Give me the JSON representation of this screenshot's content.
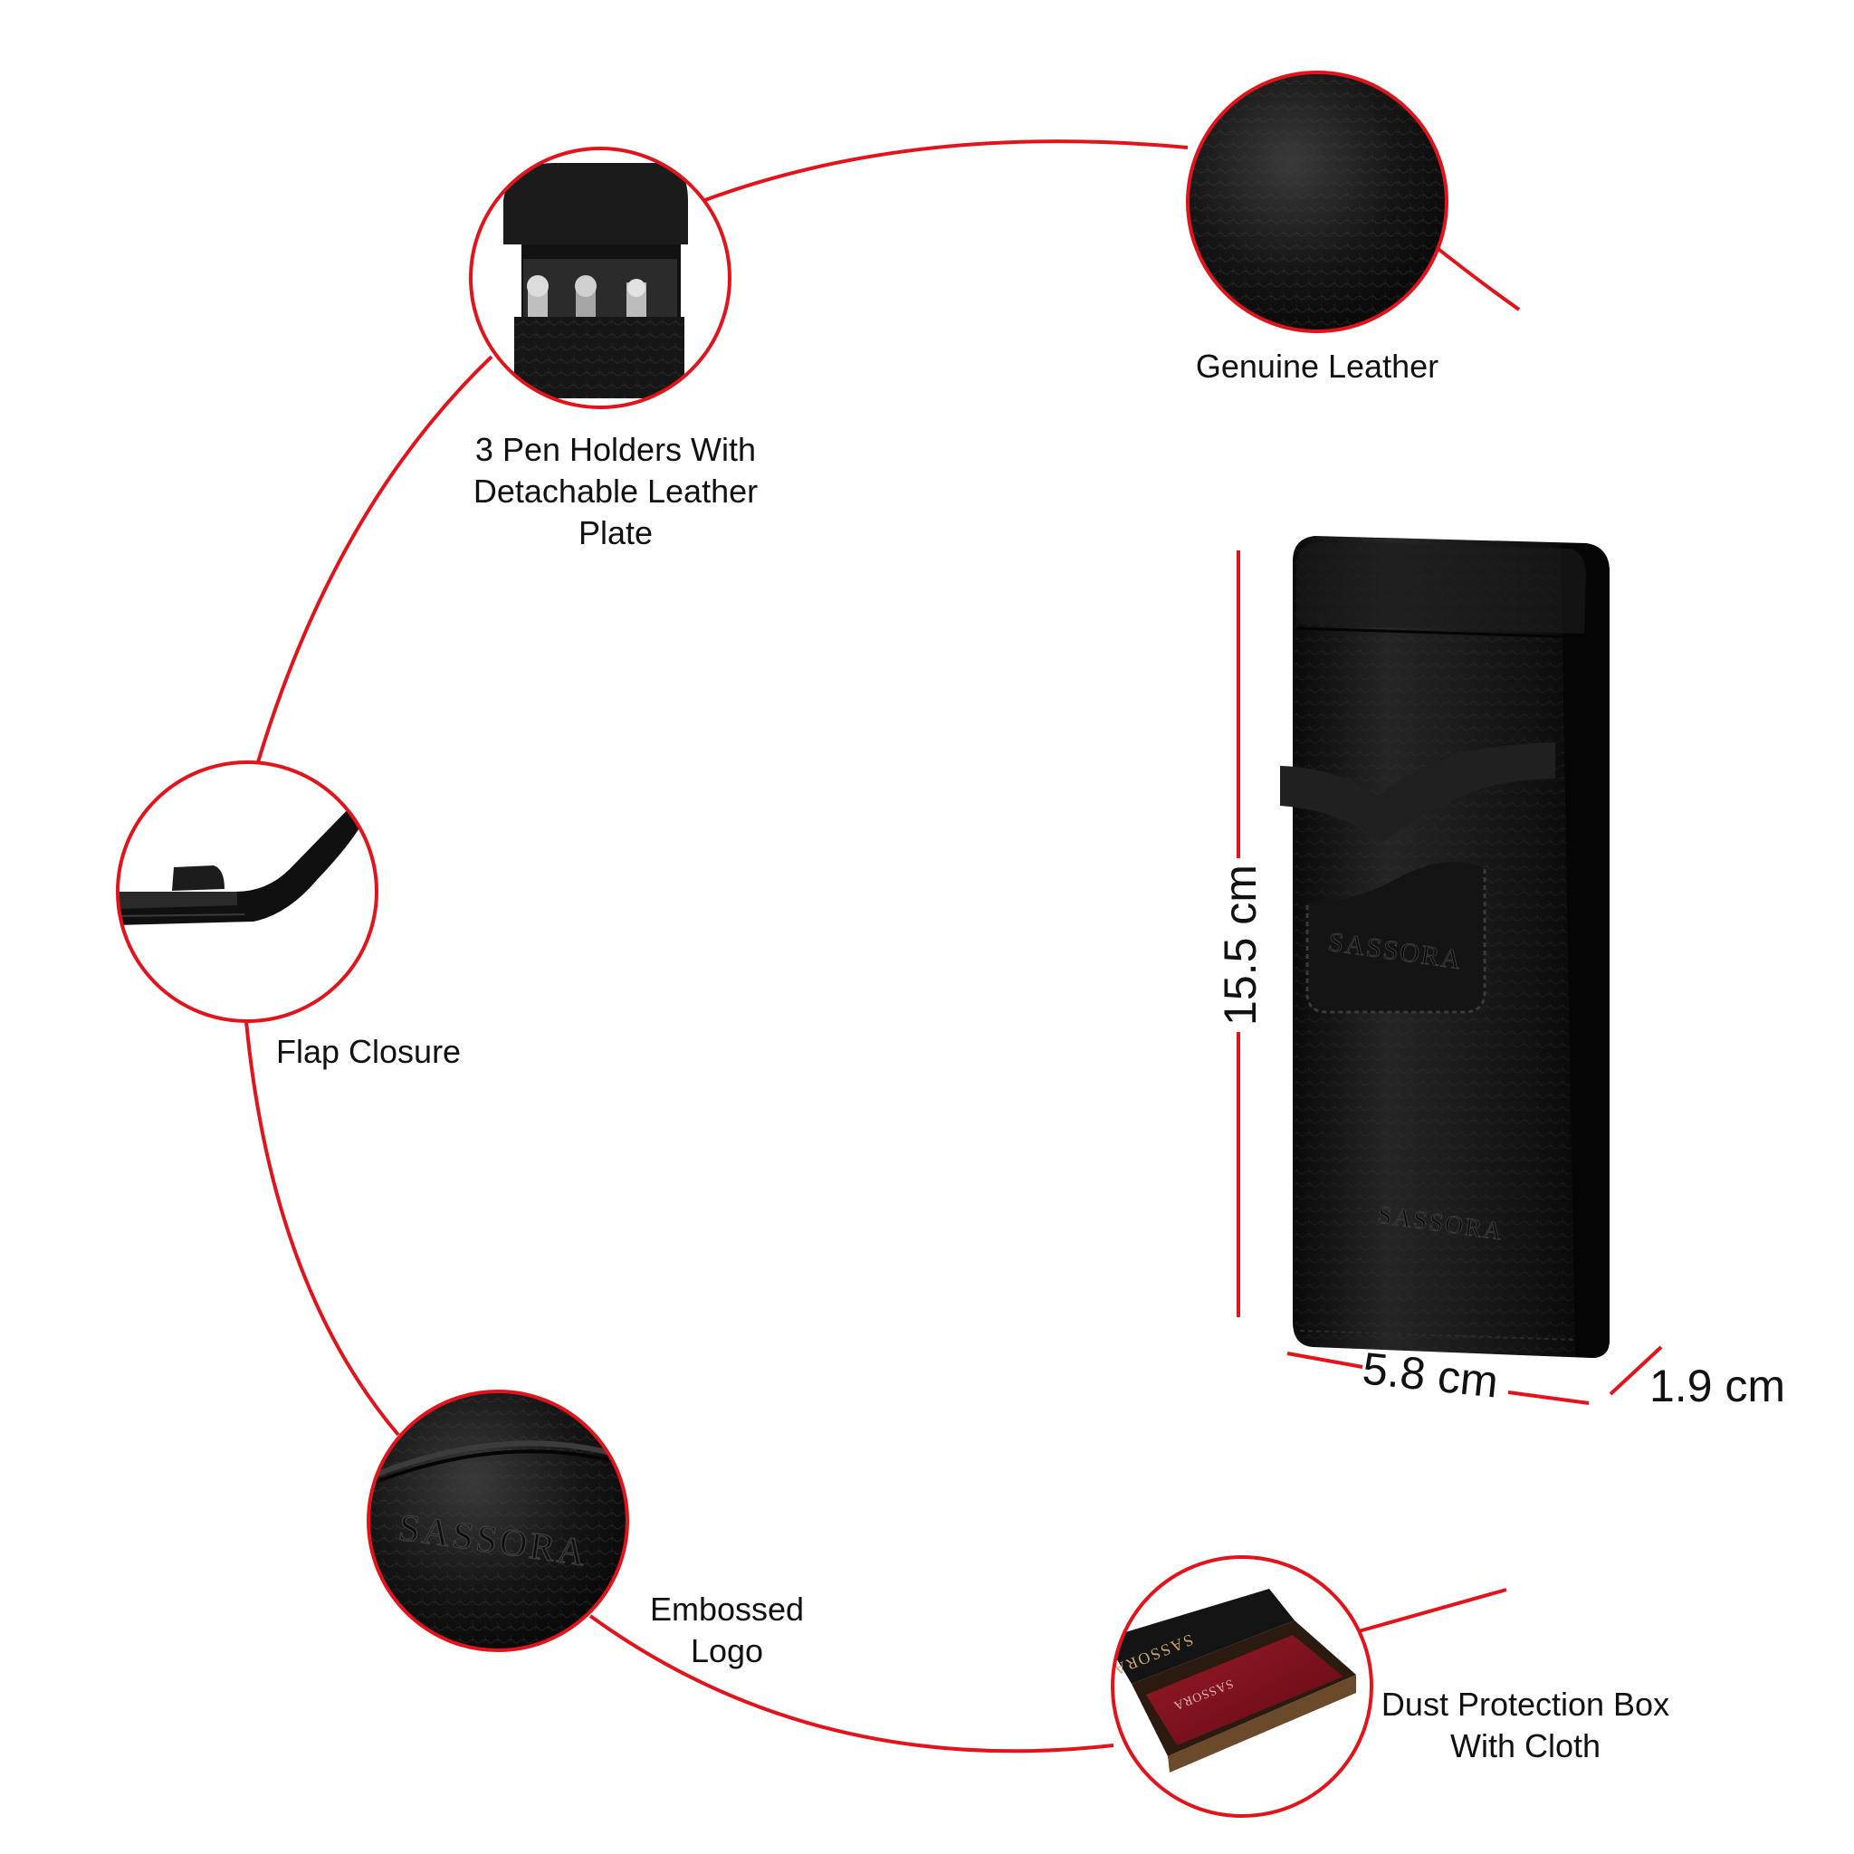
{
  "colors": {
    "accent": "#e3131b",
    "leather": "#111111",
    "cloth": "#7a0f1a",
    "box": "#3b2a1a",
    "background": "#ffffff"
  },
  "features": {
    "genuine_leather": {
      "label": "Genuine Leather",
      "icon": "leather-texture-icon"
    },
    "pen_holders": {
      "lines": [
        "3 Pen Holders With",
        "Detachable Leather",
        "Plate"
      ],
      "icon": "pen-holder-icon"
    },
    "flap_closure": {
      "label": "Flap Closure",
      "icon": "flap-icon"
    },
    "embossed_logo": {
      "lines": [
        "Embossed",
        "Logo"
      ],
      "icon": "embossed-logo-icon",
      "logo_text": "SASSORA"
    },
    "dust_box": {
      "lines": [
        "Dust Protection Box",
        "With Cloth"
      ],
      "icon": "gift-box-icon",
      "box_text": "SASSORA"
    }
  },
  "product": {
    "brand": "SASSORA",
    "dimensions": {
      "height": "15.5 cm",
      "width": "5.8 cm",
      "depth": "1.9 cm"
    }
  }
}
